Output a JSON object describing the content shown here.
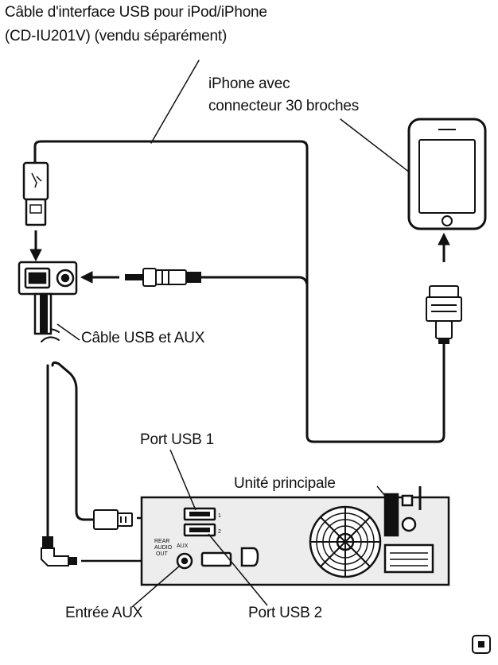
{
  "labels": {
    "cable_title_line1": "Câble d'interface USB pour iPod/iPhone",
    "cable_title_line2": "(CD-IU201V) (vendu séparément)",
    "iphone_line1": "iPhone avec",
    "iphone_line2": "connecteur 30 broches",
    "usb_aux_cable": "Câble USB et AUX",
    "port_usb1": "Port USB 1",
    "main_unit": "Unité principale",
    "aux_input": "Entrée AUX",
    "port_usb2": "Port USB 2"
  },
  "unit_panel_text": {
    "rear_audio": "REAR",
    "rear_audio2": "AUDIO",
    "rear_out": "OUT",
    "aux": "AUX",
    "port1_num": "1",
    "port2_num": "2"
  },
  "colors": {
    "line": "#111111",
    "body_fill": "#ffffff",
    "panel_fill": "#e8e8e8"
  }
}
